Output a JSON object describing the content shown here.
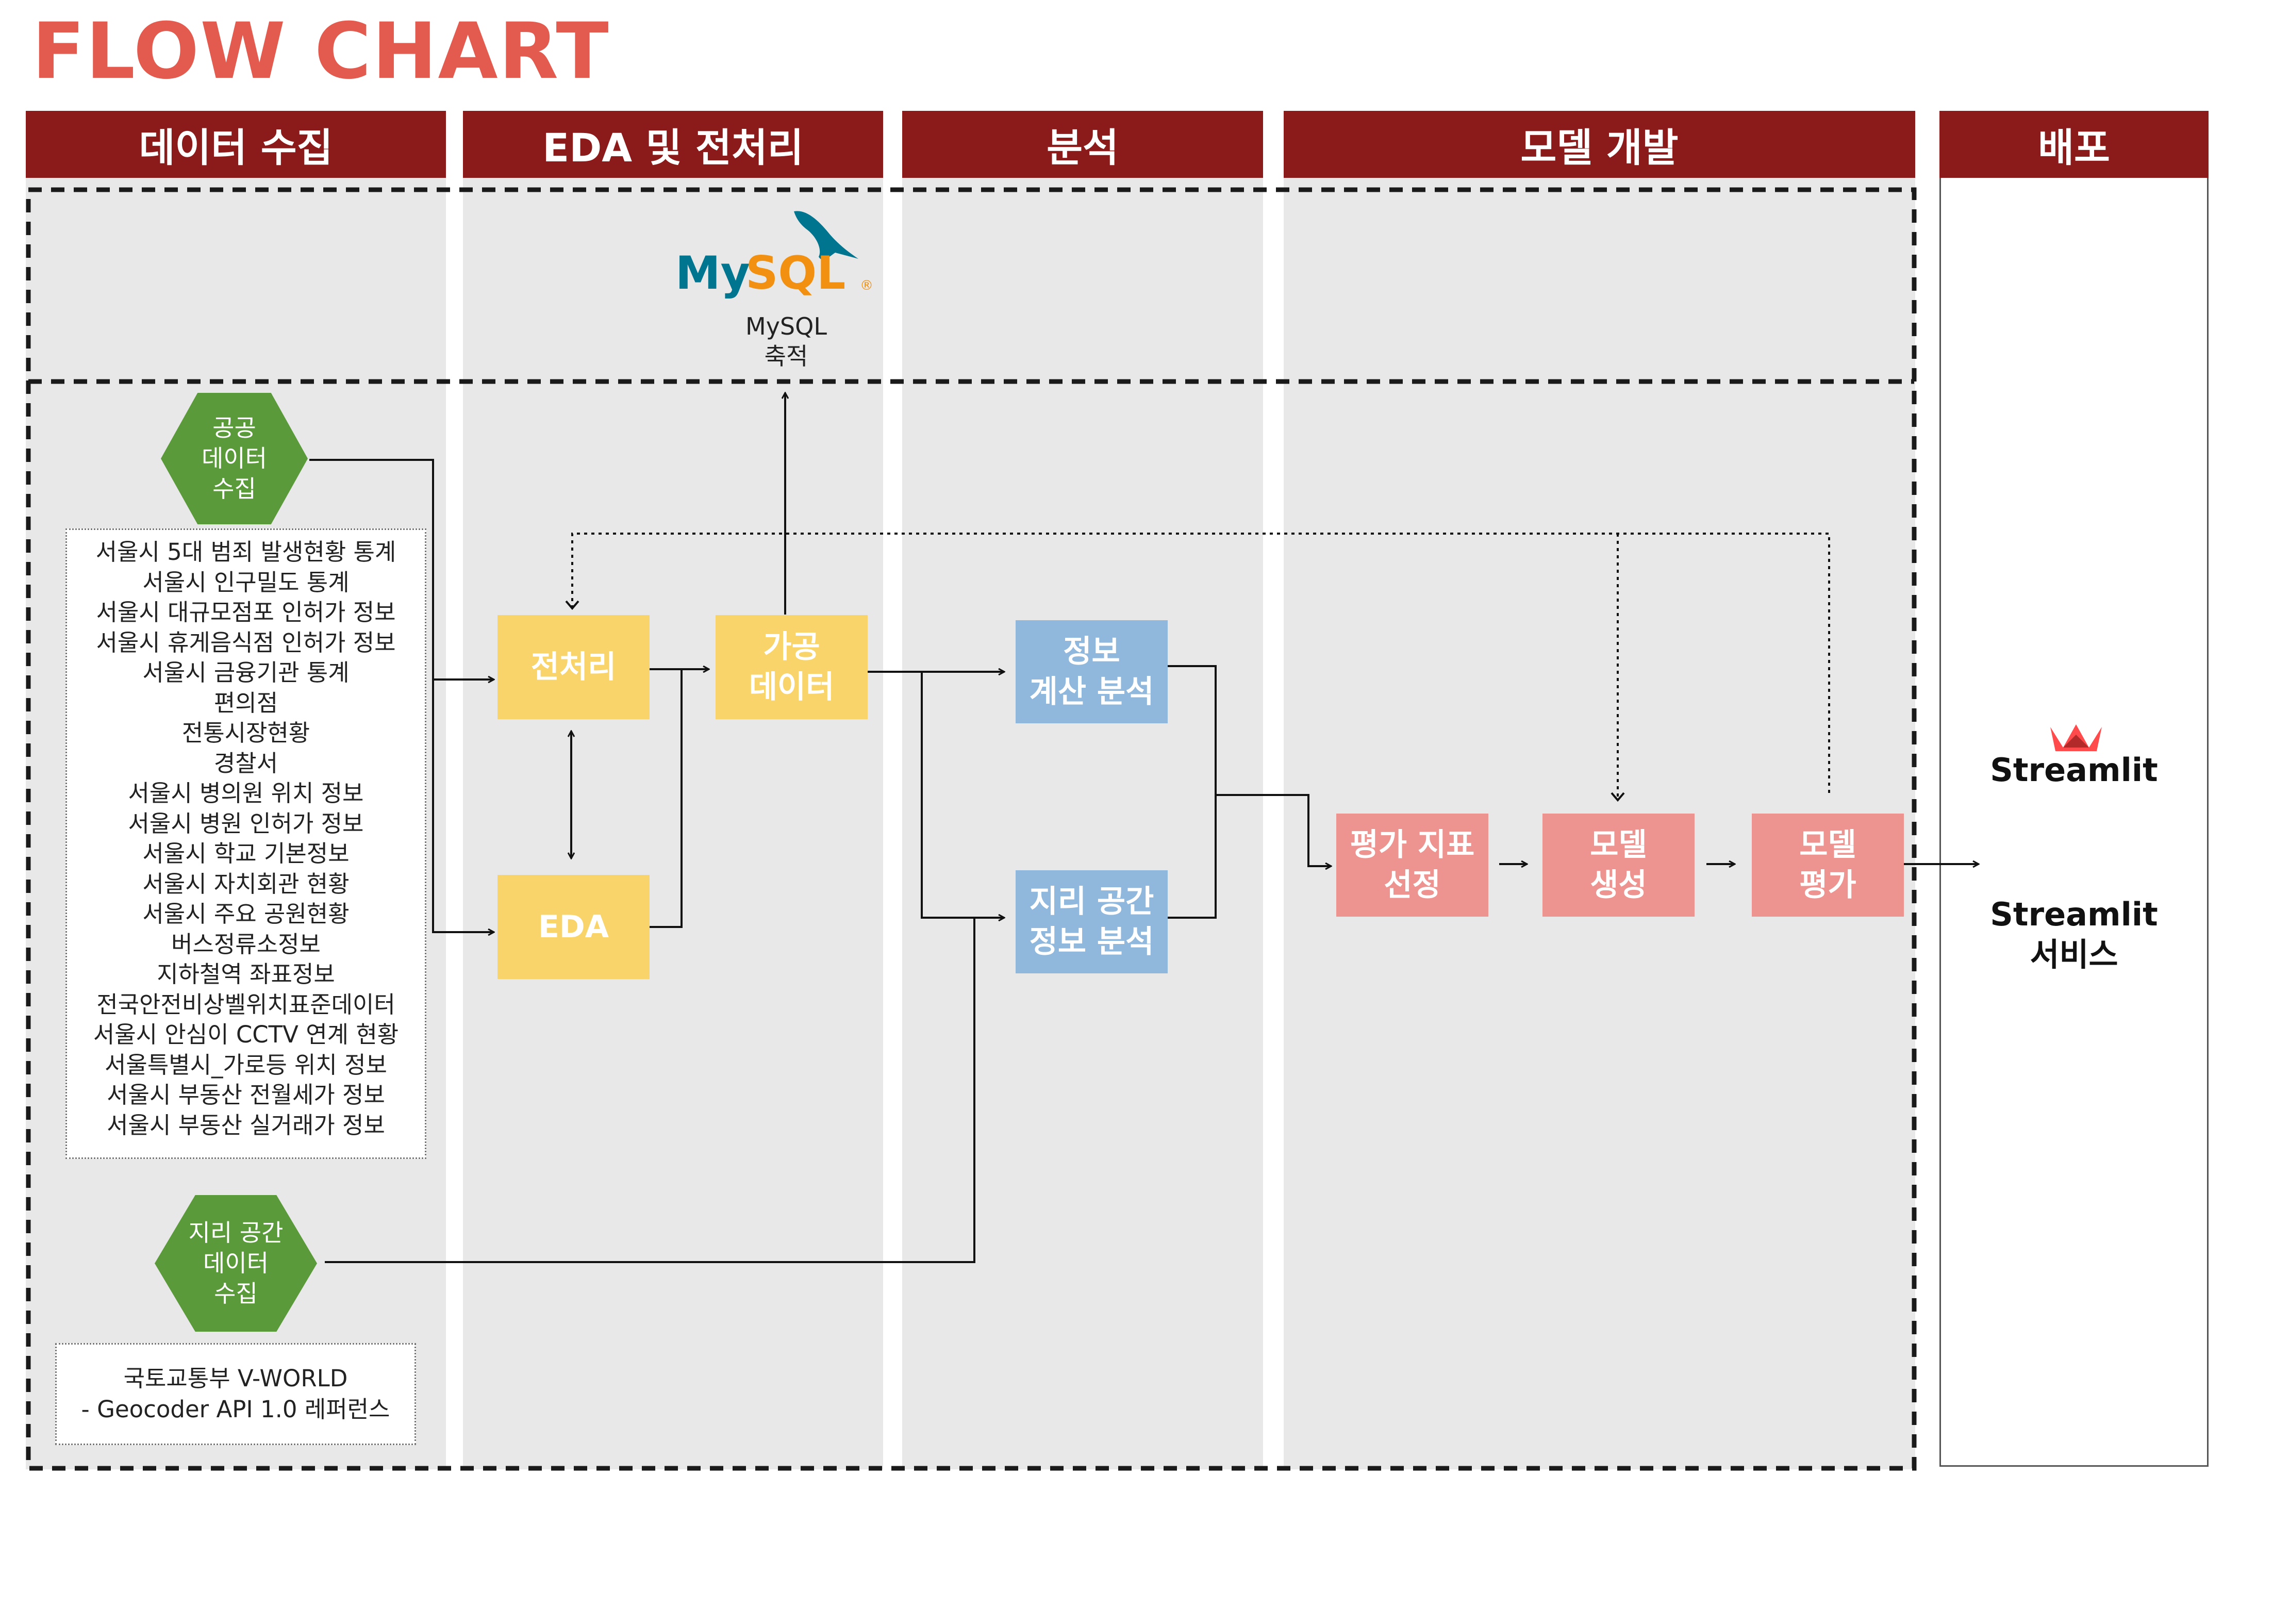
{
  "title": "FLOW CHART",
  "lanes": {
    "collect": "데이터 수집",
    "eda": "EDA 및 전처리",
    "analysis": "분석",
    "model": "모델 개발",
    "deploy": "배포"
  },
  "mysql": {
    "logo_text": "MySQL",
    "logo_mark": "®",
    "label": "MySQL\n축적"
  },
  "public_data": {
    "hex_label": "공공\n데이터\n수집",
    "items": [
      "서울시 5대 범죄 발생현황 통계",
      "서울시 인구밀도 통계",
      "서울시 대규모점포 인허가 정보",
      "서울시 휴게음식점 인허가 정보",
      "서울시 금융기관 통계",
      "편의점",
      "전통시장현황",
      "경찰서",
      "서울시 병의원 위치 정보",
      "서울시 병원 인허가 정보",
      "서울시 학교 기본정보",
      "서울시 자치회관 현황",
      "서울시 주요 공원현황",
      "버스정류소정보",
      "지하철역 좌표정보",
      "전국안전비상벨위치표준데이터",
      "서울시 안심이 CCTV 연계 현황",
      "서울특별시_가로등 위치 정보",
      "서울시 부동산 전월세가 정보",
      "서울시 부동산 실거래가 정보"
    ]
  },
  "geo_data": {
    "hex_label": "지리 공간\n데이터\n수집",
    "source": "국토교통부 V-WORLD\n- Geocoder API 1.0 레퍼런스"
  },
  "nodes": {
    "preprocess": "전처리",
    "eda": "EDA",
    "processed": "가공\n데이터",
    "info_calc": "정보\n계산 분석",
    "geo_info": "지리 공간\n정보 분석",
    "metric_select": "평가 지표\n선정",
    "model_create": "모델\n생성",
    "model_eval": "모델\n평가"
  },
  "deploy": {
    "logo_text": "Streamlit",
    "service_label": "Streamlit\n서비스"
  },
  "colors": {
    "title": "#e35b4f",
    "header": "#8b1a1a",
    "hex": "#5a9a3a",
    "yellow": "#f8d46b",
    "blue": "#90b8dc",
    "pink": "#ee9490",
    "mysql_blue": "#00758f",
    "mysql_orange": "#f29111",
    "streamlit_red": "#ff4b4b"
  }
}
